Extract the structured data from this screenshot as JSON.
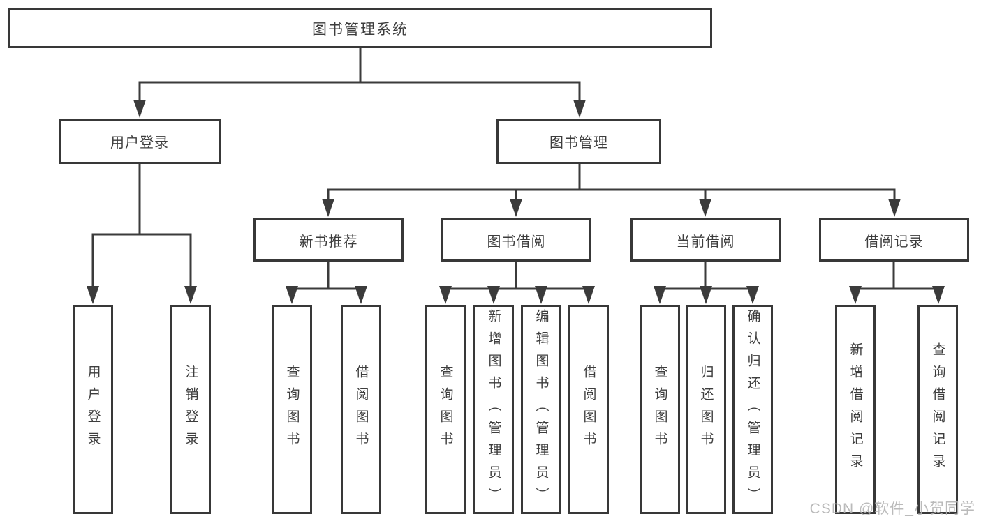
{
  "diagram": {
    "root": "图书管理系统",
    "branches": [
      {
        "label": "用户登录",
        "children": [
          "用户登录",
          "注销登录"
        ]
      },
      {
        "label": "图书管理",
        "groups": [
          {
            "label": "新书推荐",
            "children": [
              "查询图书",
              "借阅图书"
            ]
          },
          {
            "label": "图书借阅",
            "children": [
              "查询图书",
              "新增图书（管理员）",
              "编辑图书（管理员）",
              "借阅图书"
            ]
          },
          {
            "label": "当前借阅",
            "children": [
              "查询图书",
              "归还图书",
              "确认归还（管理员）"
            ]
          },
          {
            "label": "借阅记录",
            "children": [
              "新增借阅记录",
              "查询借阅记录"
            ]
          }
        ]
      }
    ]
  },
  "watermark": "CSDN @软件_小贺同学",
  "colors": {
    "line": "#3b3b3b",
    "border": "#383838",
    "text": "#3d3d3d",
    "watermark": "#b3b3b3",
    "background": "#ffffff"
  }
}
